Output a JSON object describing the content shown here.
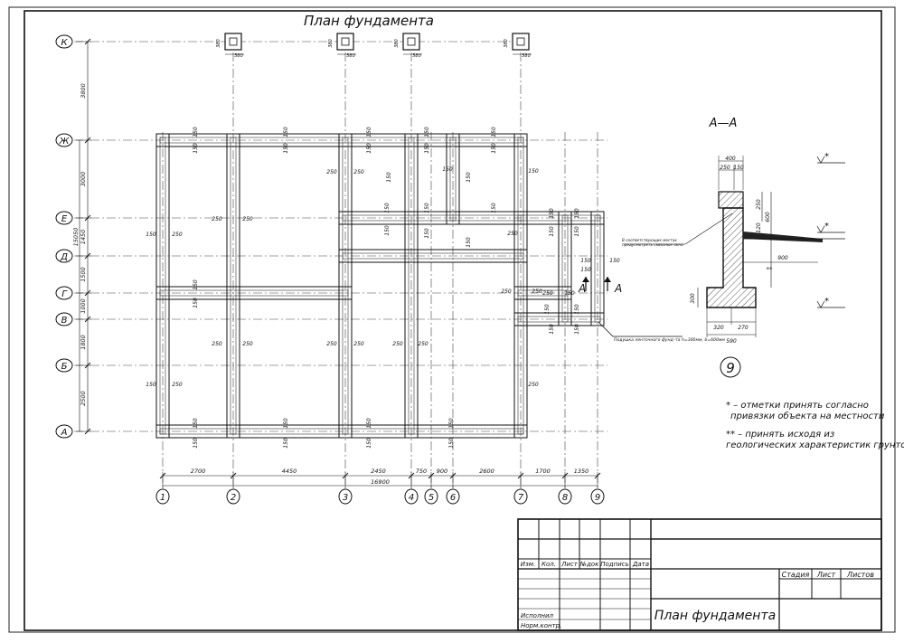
{
  "title": "План фундамента",
  "rows": [
    {
      "label": "К"
    },
    {
      "label": "Ж"
    },
    {
      "label": "Е"
    },
    {
      "label": "Д"
    },
    {
      "label": "Г"
    },
    {
      "label": "В"
    },
    {
      "label": "Б"
    },
    {
      "label": "А"
    }
  ],
  "cols": [
    {
      "label": "1"
    },
    {
      "label": "2"
    },
    {
      "label": "3"
    },
    {
      "label": "4"
    },
    {
      "label": "5"
    },
    {
      "label": "6"
    },
    {
      "label": "7"
    },
    {
      "label": "8"
    },
    {
      "label": "9"
    }
  ],
  "bottom_dims": [
    "2700",
    "4450",
    "2450",
    "750",
    "900",
    "2600",
    "1700",
    "1350"
  ],
  "overall_width": "16900",
  "left_dims": [
    "3800",
    "3000",
    "1450",
    "1500",
    "1000",
    "1800",
    "2500"
  ],
  "overall_height": "15050",
  "pillar_dims": {
    "top": "380",
    "side": "580"
  },
  "wall_marks": {
    "a": "150",
    "b": "250"
  },
  "section": {
    "title": "А—А",
    "top_width": "400",
    "top_parts": [
      "250",
      "150"
    ],
    "dim_250": "250",
    "dim_600": "600",
    "dim_120": "120",
    "dim_900": "900",
    "dim_300": "300",
    "bottom_parts": [
      "320",
      "270"
    ],
    "bottom_width": "590",
    "star": "*",
    "double_star": "**",
    "note": "В соответствующих местах предусмотреть сквозные окна",
    "number": "9"
  },
  "section_marker": "А",
  "tape_note": "Подушка ленточного фунд–та h=300мм, b=600мм",
  "notes": [
    "* – отметки принять согласно",
    "привязки объекта на местности",
    "** – принять исходя из",
    "геологических характеристик грунтов"
  ],
  "stamp": {
    "cols": [
      "Изм.",
      "Кол.",
      "Лист",
      "№док",
      "Подпись",
      "Дата"
    ],
    "rows": [
      "Исполнил",
      "Норм.контр."
    ],
    "headers": [
      "Стадия",
      "Лист",
      "Листов"
    ],
    "name": "План фундамента"
  }
}
